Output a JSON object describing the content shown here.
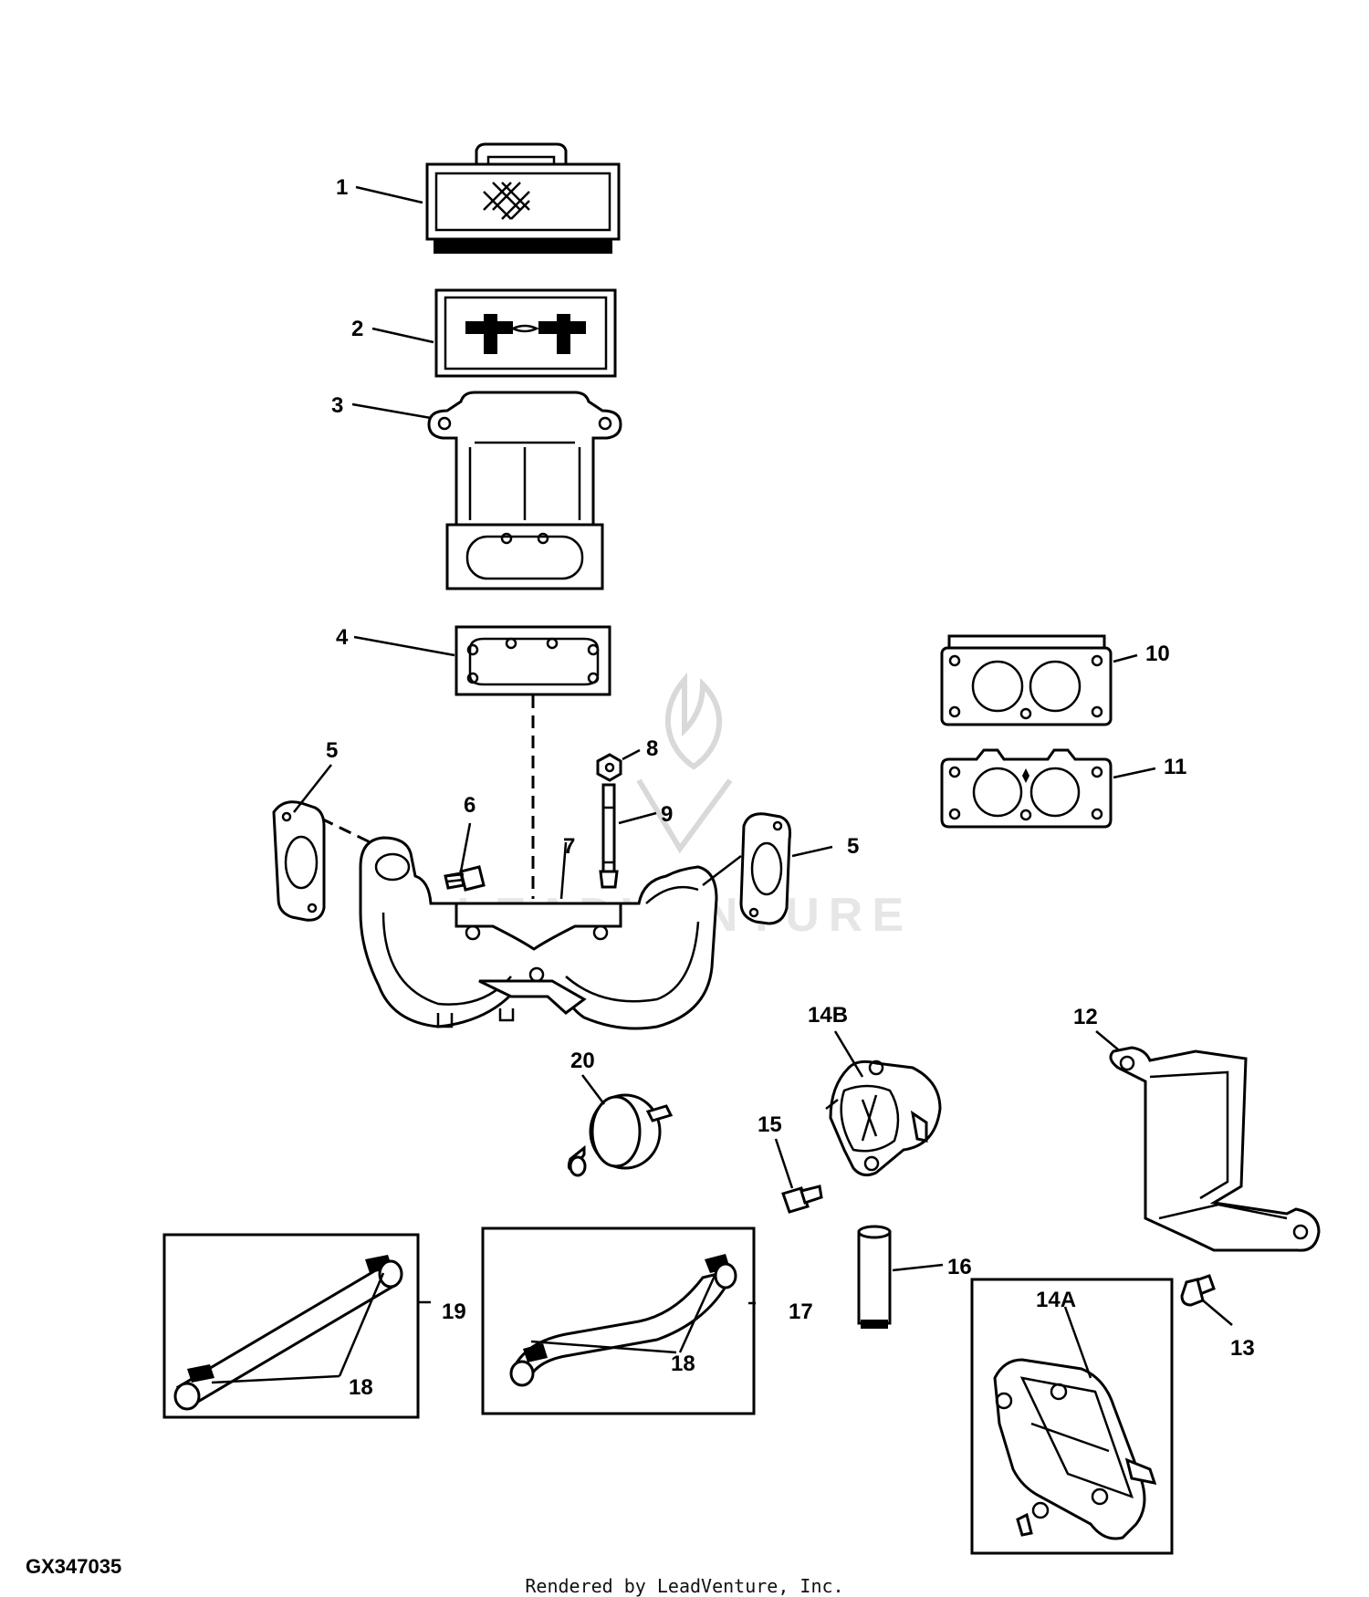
{
  "figure_id": "GX347035",
  "credit": "Rendered by LeadVenture, Inc.",
  "watermark_text": "LEADVENTURE",
  "callouts": {
    "c1": "1",
    "c2": "2",
    "c3": "3",
    "c4": "4",
    "c5a": "5",
    "c5b": "5",
    "c6": "6",
    "c7": "7",
    "c8": "8",
    "c9": "9",
    "c10": "10",
    "c11": "11",
    "c12": "12",
    "c13": "13",
    "c14a": "14A",
    "c14b": "14B",
    "c15": "15",
    "c16": "16",
    "c17": "17",
    "c18a": "18",
    "c18b": "18",
    "c19": "19",
    "c20": "20"
  }
}
